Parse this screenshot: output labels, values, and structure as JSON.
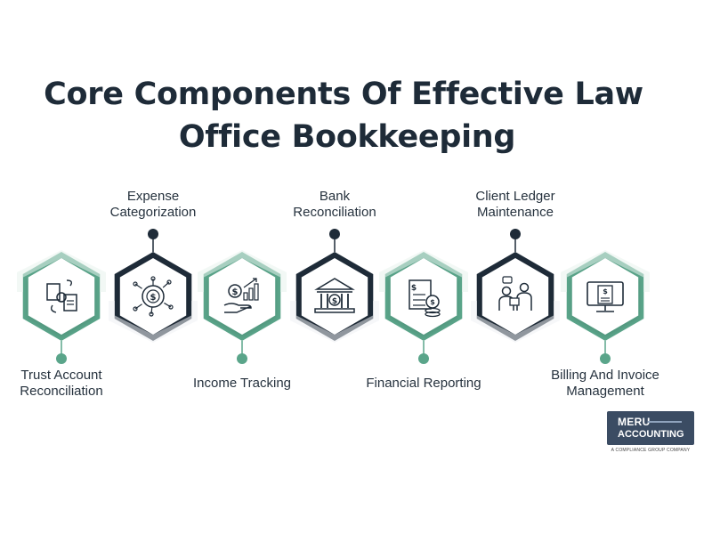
{
  "title": {
    "line1": "Core Components Of Effective Law",
    "line2": "Office Bookkeeping"
  },
  "colors": {
    "dark": "#1e2b38",
    "teal": "#5aa58a",
    "navy_logo": "#3b4c63"
  },
  "steps": [
    {
      "line1": "Trust Account",
      "line2": "Reconciliation",
      "accent": "teal",
      "position": "bottom",
      "icon": "document-exchange-icon"
    },
    {
      "line1": "Expense",
      "line2": "Categorization",
      "accent": "dark",
      "position": "top",
      "icon": "dollar-target-icon"
    },
    {
      "line1": "Income Tracking",
      "line2": "",
      "accent": "teal",
      "position": "bottom",
      "icon": "hand-money-growth-icon"
    },
    {
      "line1": "Bank",
      "line2": "Reconciliation",
      "accent": "dark",
      "position": "top",
      "icon": "bank-icon"
    },
    {
      "line1": "Financial Reporting",
      "line2": "",
      "accent": "teal",
      "position": "bottom",
      "icon": "report-coins-icon"
    },
    {
      "line1": "Client Ledger",
      "line2": "Maintenance",
      "accent": "dark",
      "position": "top",
      "icon": "client-meeting-icon"
    },
    {
      "line1": "Billing And Invoice",
      "line2": "Management",
      "accent": "teal",
      "position": "bottom",
      "icon": "invoice-monitor-icon"
    }
  ],
  "logo": {
    "line1": "MERU",
    "line2": "ACCOUNTING",
    "tagline": "A COMPLIANCE GROUP COMPANY"
  }
}
